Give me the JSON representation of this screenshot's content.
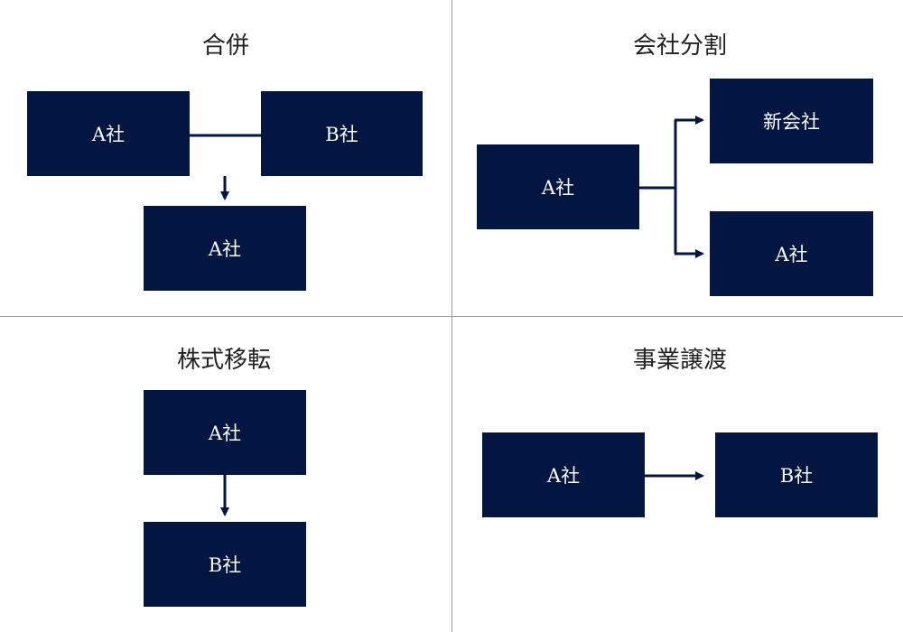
{
  "colors": {
    "box_fill": "#031642",
    "box_text": "#ffffff",
    "title_text": "#222222",
    "divider": "#999999",
    "connector": "#031642"
  },
  "merger": {
    "title": "合併",
    "company_a": "A社",
    "company_b": "B社",
    "result": "A社"
  },
  "split": {
    "title": "会社分割",
    "source": "A社",
    "new_company": "新会社",
    "remaining": "A社"
  },
  "share_transfer": {
    "title": "株式移転",
    "company_a": "A社",
    "company_b": "B社"
  },
  "business_transfer": {
    "title": "事業譲渡",
    "company_a": "A社",
    "company_b": "B社"
  }
}
